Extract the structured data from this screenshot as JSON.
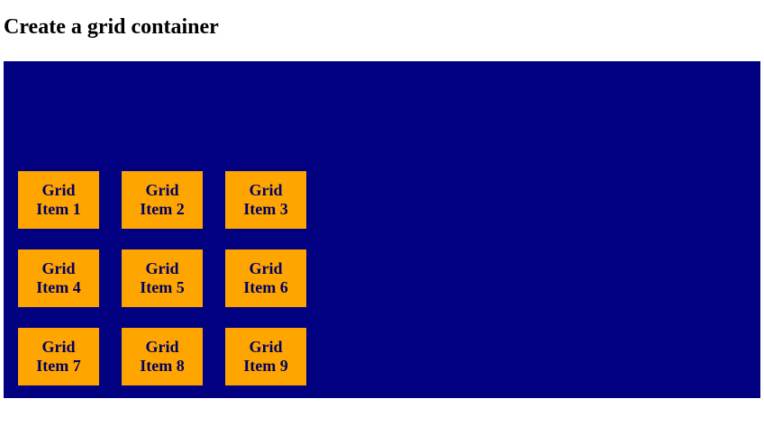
{
  "page": {
    "title": "Create a grid container",
    "title_color": "#000000",
    "background_color": "#ffffff"
  },
  "grid": {
    "container_color": "#000080",
    "item_color": "#FFA500",
    "item_text_color": "#000060",
    "items": [
      {
        "label": "Grid Item 1",
        "lines": [
          "Grid",
          "Item 1"
        ]
      },
      {
        "label": "Grid Item 2",
        "lines": [
          "Grid",
          "Item 2"
        ]
      },
      {
        "label": "Grid Item 3",
        "lines": [
          "Grid",
          "Item 3"
        ]
      },
      {
        "label": "Grid Item 4",
        "lines": [
          "Grid",
          "Item 4"
        ]
      },
      {
        "label": "Grid Item 5",
        "lines": [
          "Grid",
          "Item 5"
        ]
      },
      {
        "label": "Grid Item 6",
        "lines": [
          "Grid",
          "Item 6"
        ]
      },
      {
        "label": "Grid Item 7",
        "lines": [
          "Grid",
          "Item 7"
        ]
      },
      {
        "label": "Grid Item 8",
        "lines": [
          "Grid",
          "Item 8"
        ]
      },
      {
        "label": "Grid Item 9",
        "lines": [
          "Grid",
          "Item 9"
        ]
      }
    ]
  }
}
